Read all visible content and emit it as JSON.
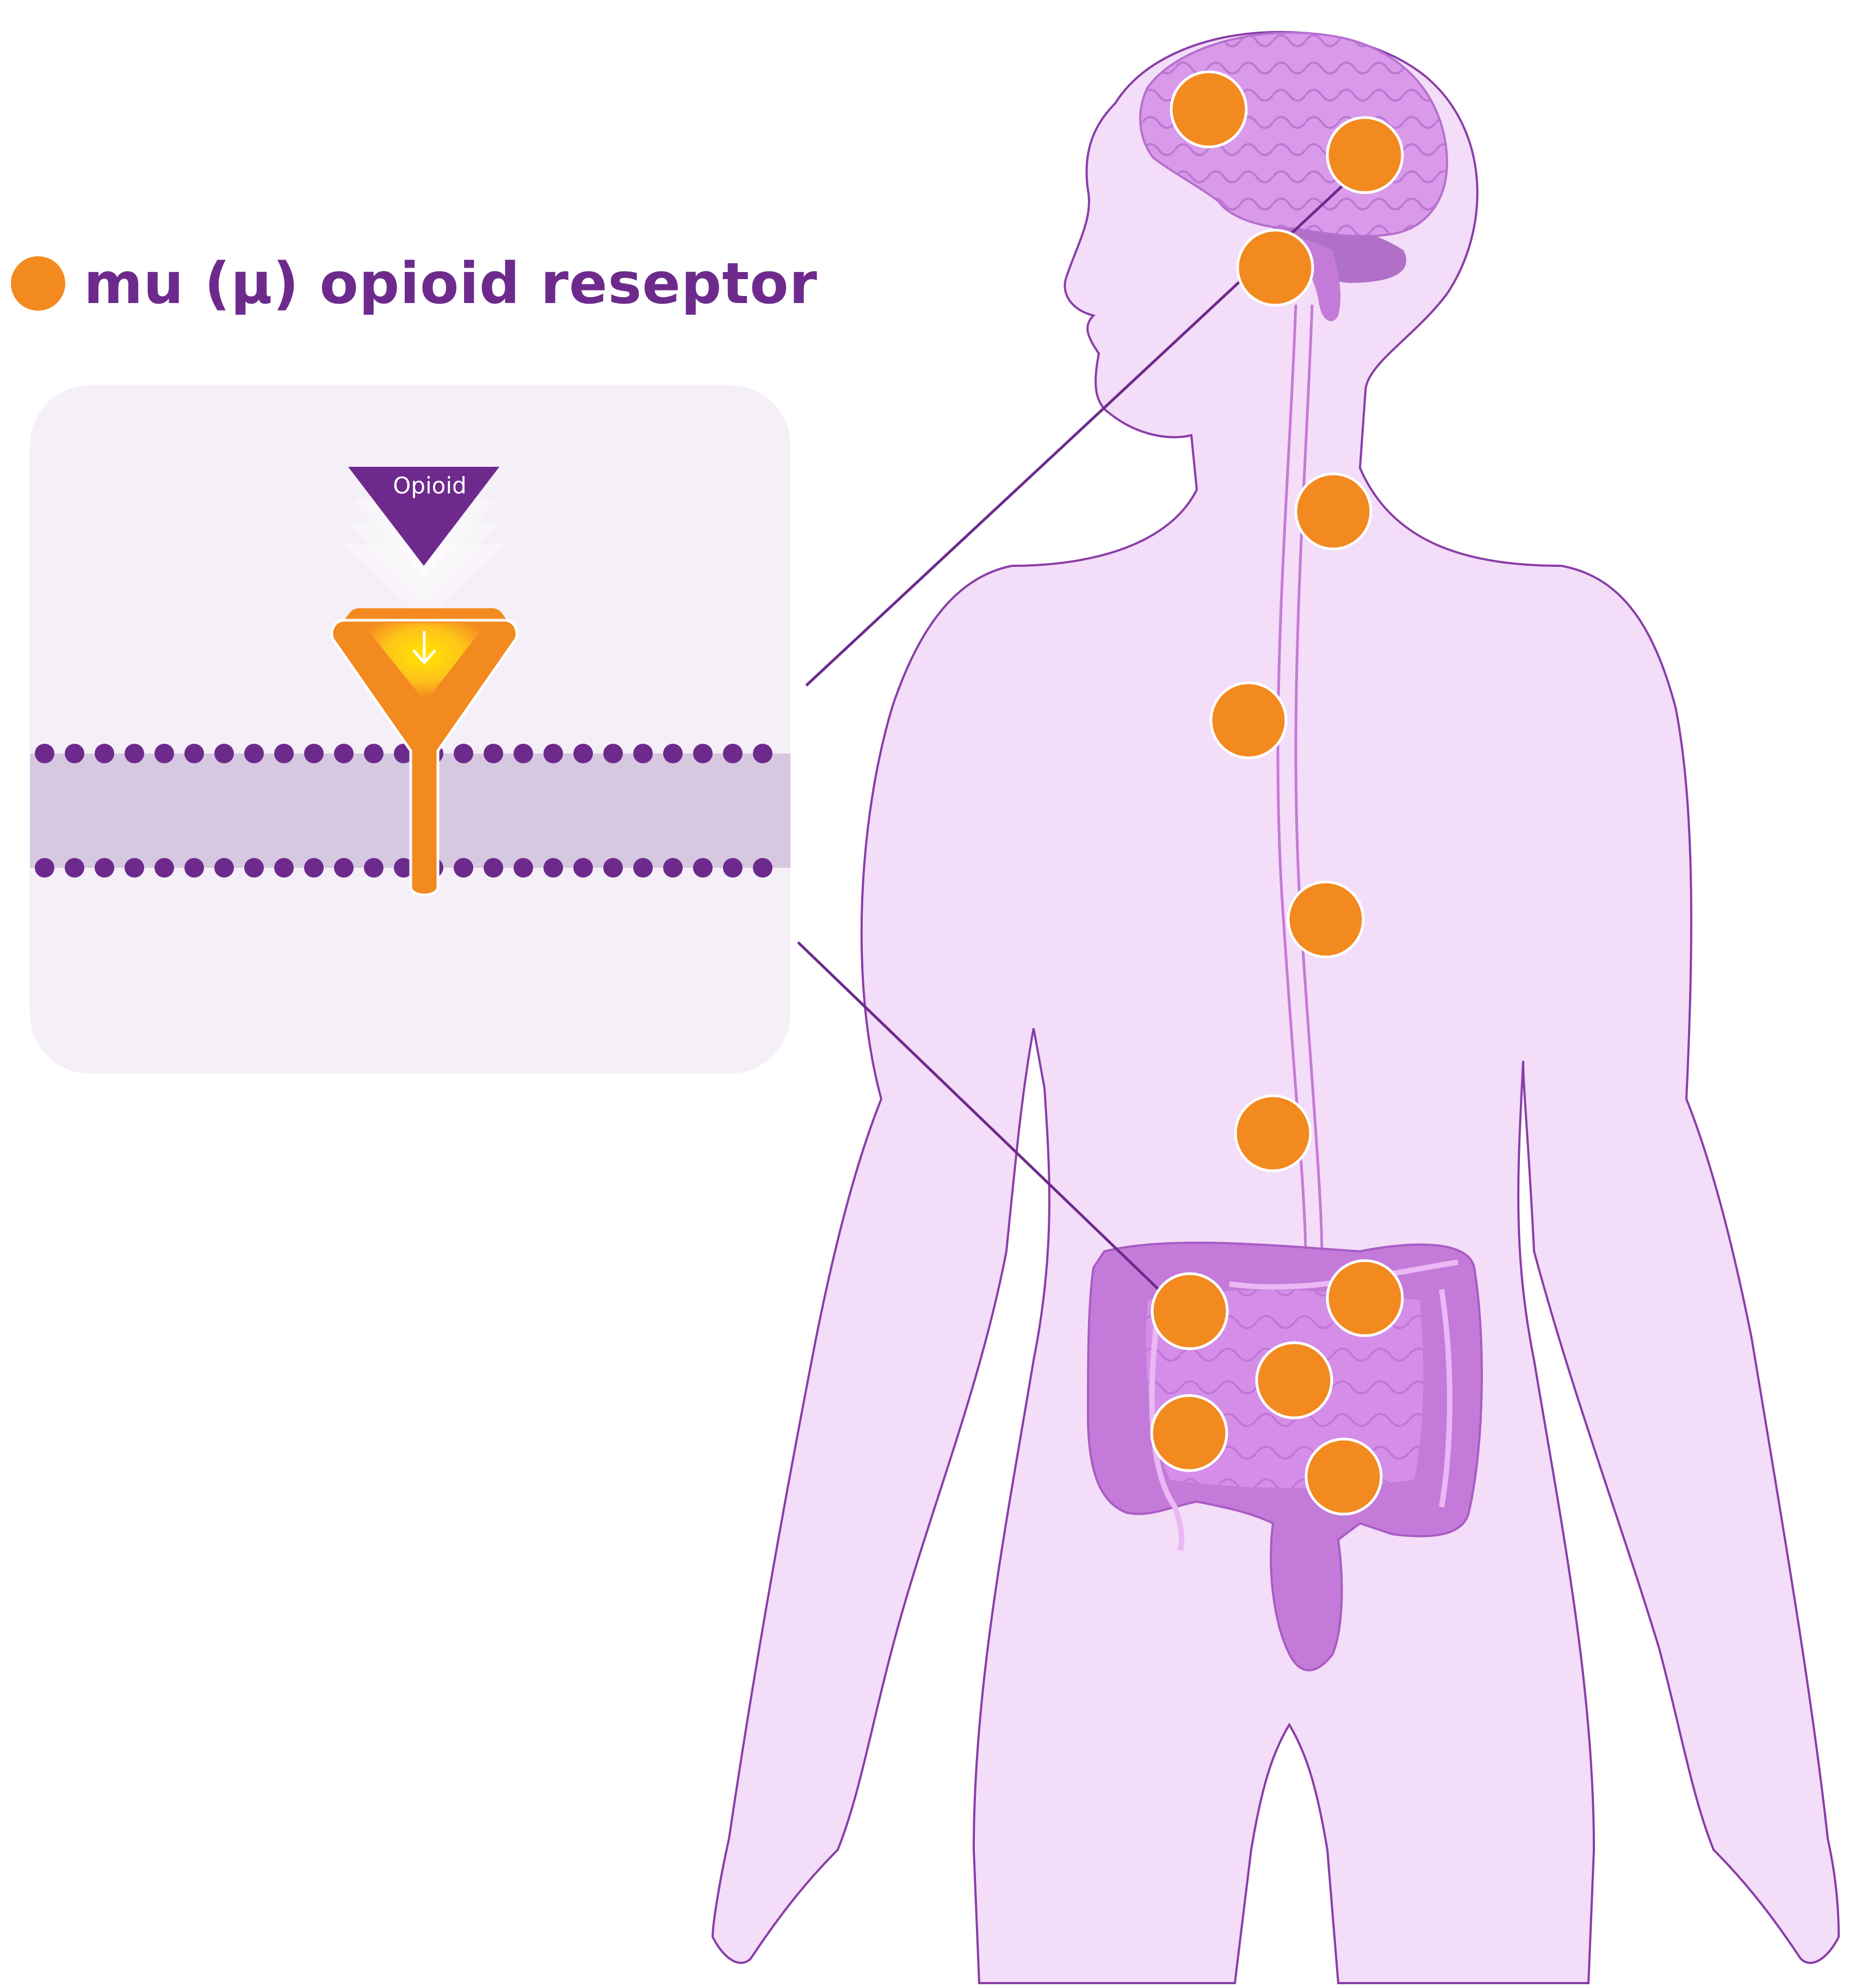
{
  "legend": {
    "label": "mu (μ) opioid reseptor",
    "marker_color": "#f28a20"
  },
  "inset": {
    "opioid_label": "Opioid"
  },
  "colors": {
    "receptor": "#f28a20",
    "purple": "#6d2a8c",
    "body_fill": "#f3ddf8",
    "organ_fill": "#cc82e0",
    "panel_bg": "#f5f0f7",
    "membrane": "#d6c8e0"
  },
  "receptor_sites": [
    "brain-upper-left",
    "brain-upper-right",
    "brainstem",
    "spinal-cord-1",
    "spinal-cord-2",
    "spinal-cord-3",
    "spinal-cord-4",
    "intestine-1",
    "intestine-2",
    "intestine-3",
    "intestine-4",
    "intestine-5"
  ]
}
